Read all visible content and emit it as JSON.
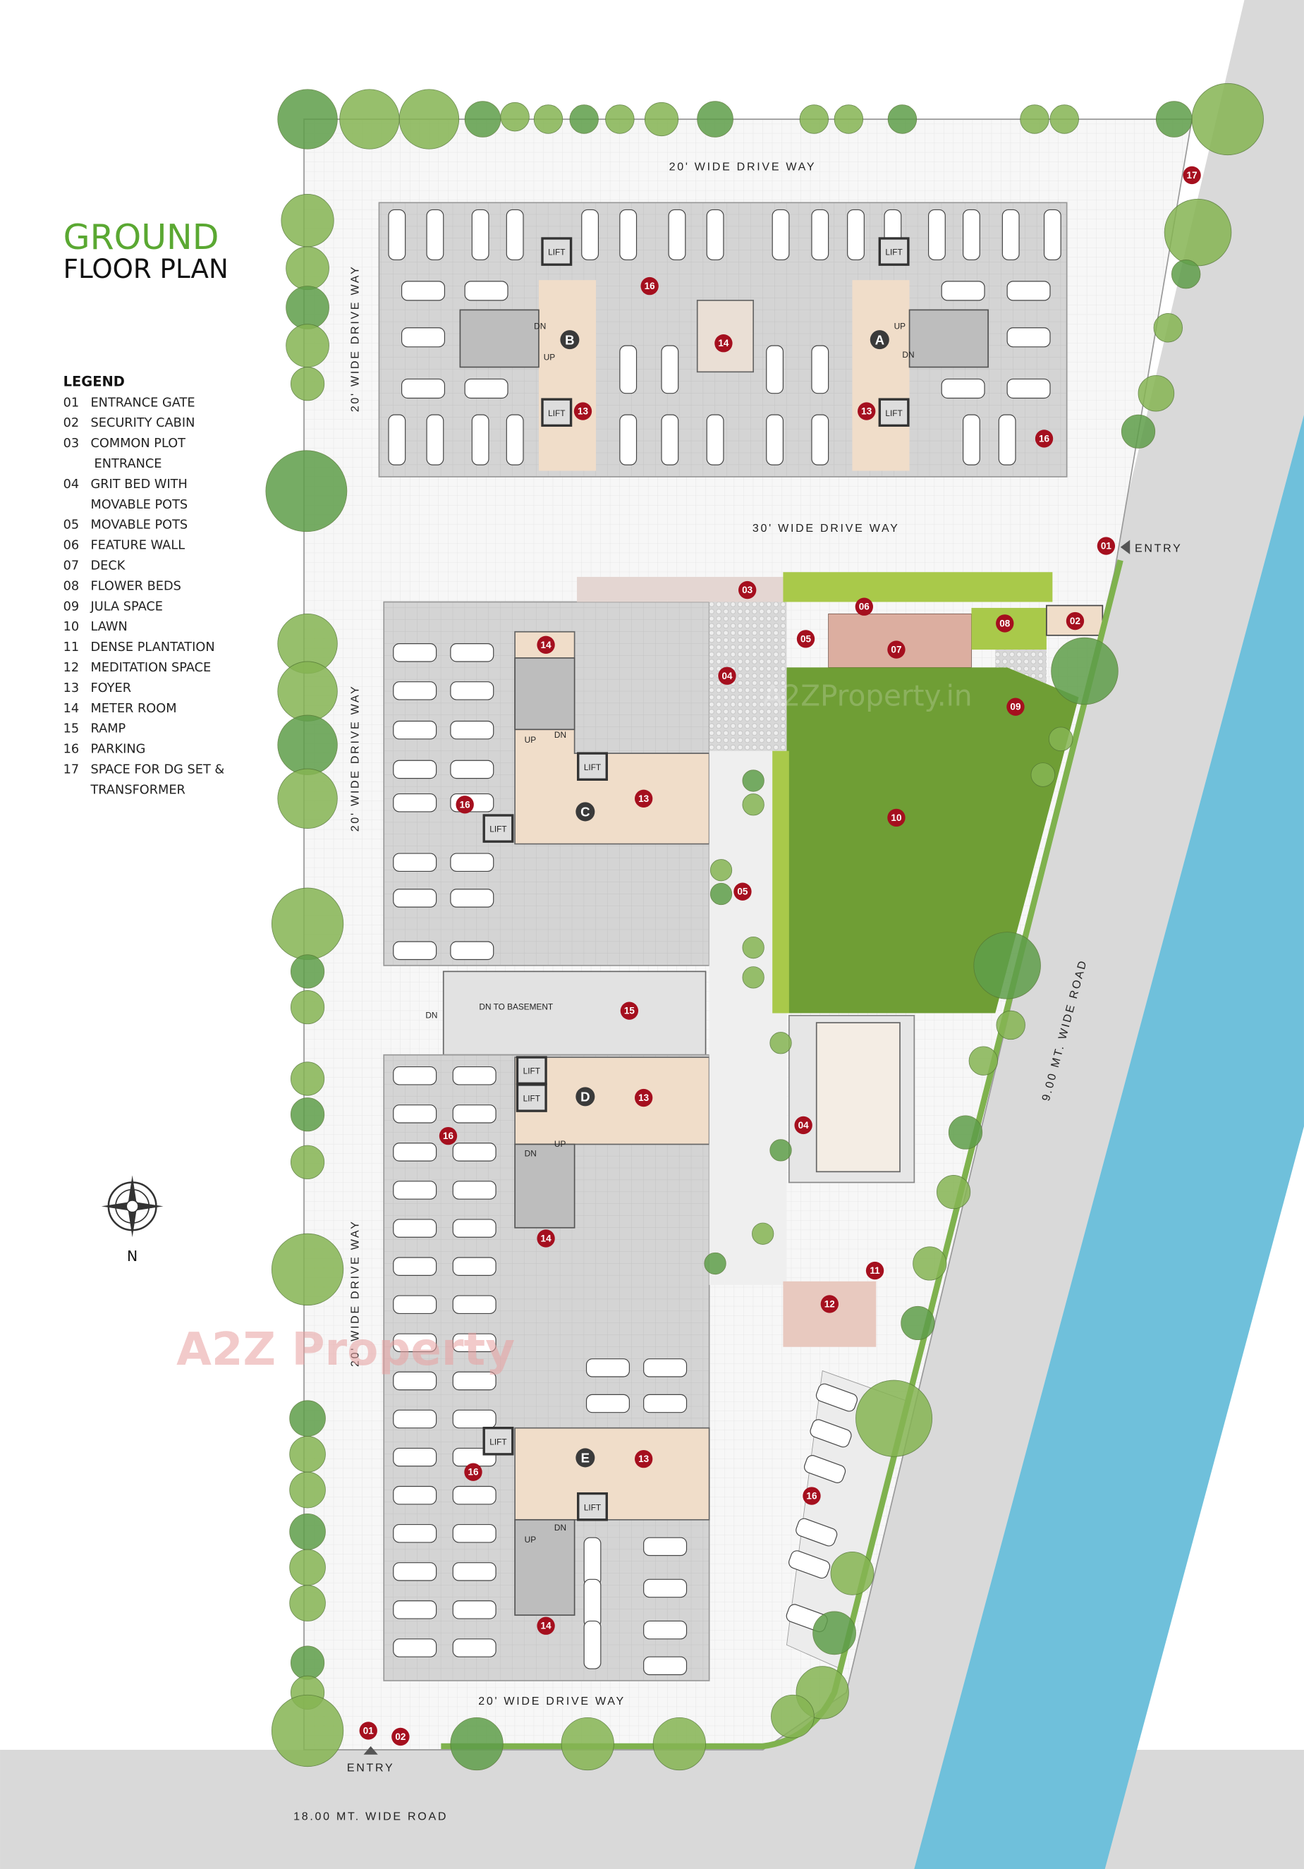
{
  "title": {
    "line1": "GROUND",
    "line2": "FLOOR PLAN"
  },
  "legend": {
    "heading": "LEGEND",
    "items": [
      {
        "no": "01",
        "label": "ENTRANCE GATE"
      },
      {
        "no": "02",
        "label": "SECURITY CABIN"
      },
      {
        "no": "03",
        "label": "COMMON PLOT",
        "label2": "ENTRANCE"
      },
      {
        "no": "04",
        "label": "GRIT BED WITH",
        "label2": "MOVABLE POTS"
      },
      {
        "no": "05",
        "label": "MOVABLE POTS"
      },
      {
        "no": "06",
        "label": "FEATURE WALL"
      },
      {
        "no": "07",
        "label": "DECK"
      },
      {
        "no": "08",
        "label": "FLOWER BEDS"
      },
      {
        "no": "09",
        "label": "JULA SPACE"
      },
      {
        "no": "10",
        "label": "LAWN"
      },
      {
        "no": "11",
        "label": "DENSE PLANTATION"
      },
      {
        "no": "12",
        "label": "MEDITATION SPACE"
      },
      {
        "no": "13",
        "label": "FOYER"
      },
      {
        "no": "14",
        "label": "METER ROOM"
      },
      {
        "no": "15",
        "label": "RAMP"
      },
      {
        "no": "16",
        "label": "PARKING"
      },
      {
        "no": "17",
        "label": "SPACE FOR DG SET &",
        "label2": "TRANSFORMER"
      }
    ]
  },
  "roads": {
    "top_drive": "20' WIDE DRIVE WAY",
    "middle_drive": "30' WIDE DRIVE WAY",
    "left_drive": "20' WIDE DRIVE WAY",
    "bottom_drive": "20' WIDE DRIVE WAY",
    "side_road": "9.00 MT. WIDE ROAD",
    "front_road": "18.00 MT. WIDE ROAD",
    "entry": "ENTRY"
  },
  "plan": {
    "lift": "LIFT",
    "up": "UP",
    "dn": "DN",
    "ramp_text": "DN TO BASEMENT",
    "blocks": [
      "A",
      "B",
      "C",
      "D",
      "E"
    ],
    "markers": [
      "17",
      "16",
      "14",
      "13",
      "13",
      "16",
      "01",
      "03",
      "06",
      "02",
      "08",
      "14",
      "05",
      "07",
      "04",
      "09",
      "10",
      "13",
      "16",
      "05",
      "15",
      "13",
      "04",
      "16",
      "14",
      "11",
      "12",
      "13",
      "16",
      "16",
      "14",
      "01",
      "02"
    ]
  },
  "compass": {
    "north": "N"
  },
  "watermark": {
    "main": "A2Z Property",
    "lawn": "A2ZProperty.in"
  },
  "colors": {
    "title_green": "#5aa832",
    "marker_red": "#a50f1e",
    "river": "#6fc0db",
    "road": "#d9d9d9",
    "lawn": "#6f9e35",
    "foyer": "#f0ddc9"
  }
}
